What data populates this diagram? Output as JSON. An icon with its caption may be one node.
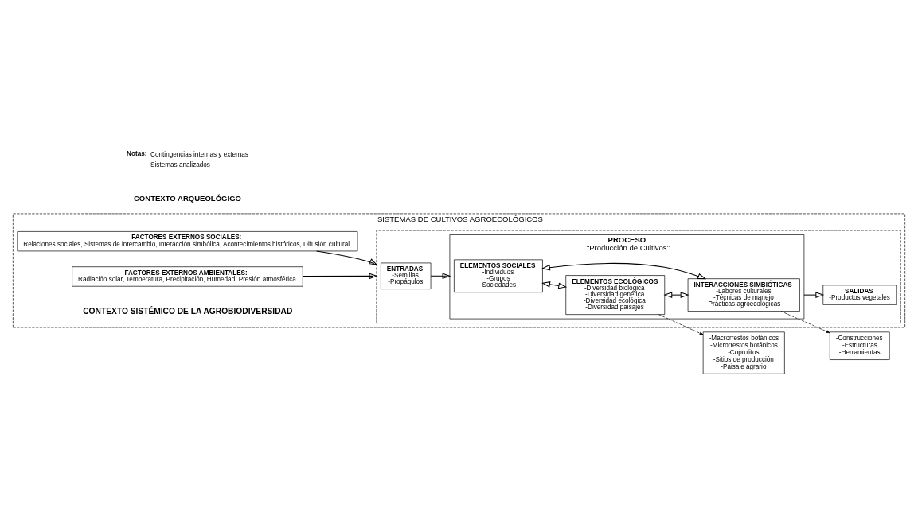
{
  "diagram": {
    "nodes": [
      {
        "text": [
          "SISTEMAS DE CULTIVOS AGROECOLÓGICOS"
        ],
        "beside": [
          "CONTEXTO SISTÉMICO DE LA AGROBIODIVERSIDAD"
        ]
      },
      {
        "text": [
          "FACTORES EXTERNOS SOCIALES:",
          "Relaciones sociales, Sistemas de intercambio, Interacción simbólica, Acontecimientos históricos, Difusión cultural"
        ],
        "in": 0
      },
      {
        "text": [
          "FACTORES EXTERNOS AMBIENTALES:",
          "Radiación solar, Temperatura, Precipitación, Humedad, Presión atmosférica"
        ],
        "in": 0
      },
      {
        "text": [],
        "shape": "box",
        "in": 0
      },
      {
        "text": [
          "ENTRADAS",
          "-Semillas",
          "-Propágulos"
        ],
        "in": 3
      },
      {
        "text": [
          "PROCESO",
          "“Producción de Cultivos”"
        ],
        "in": 3
      },
      {
        "text": [
          "ELEMENTOS SOCIALES",
          "-Individuos",
          "-Grupos",
          "-Sociedades"
        ],
        "in": 5
      },
      {
        "text": [
          "ELEMENTOS ECOLÓGICOS",
          "-Diversidad biológica",
          "-Diversidad genética",
          "-Diversidad ecológica",
          "-Diversidad paisajes"
        ],
        "in": 5
      },
      {
        "text": [
          "INTERACCIONES SIMBIÓTICAS",
          "-Labores culturales",
          "-Técnicas de manejo",
          "-Prácticas agroecológicas"
        ],
        "in": 5
      },
      {
        "text": [
          "SALIDAS",
          "-Productos vegetales"
        ],
        "in": 3
      },
      {
        "text": [
          "-Macrorrestos botánicos",
          "-Microrrestos botánicos",
          "-Coprolitos",
          "-Sitios de producción",
          "-Paisaje agrario"
        ]
      },
      {
        "text": [
          "-Construcciones",
          "-Estructuras",
          "-Herramientas"
        ]
      }
    ],
    "edges": [
      {
        "from": 1,
        "to": 3,
        "arrow": "to"
      },
      {
        "from": 2,
        "to": 3,
        "arrow": "to"
      },
      {
        "from": 4,
        "to": 5,
        "arrow": "to"
      },
      {
        "from": 6,
        "to": 7,
        "arrow": "both"
      },
      {
        "from": 6,
        "to": 8,
        "arrow": "both"
      },
      {
        "from": 7,
        "to": 8,
        "arrow": "both"
      },
      {
        "from": 5,
        "to": 9,
        "arrow": "to"
      },
      {
        "from": 7,
        "to": 10,
        "arrow": "to",
        "style": "dashed"
      },
      {
        "from": 8,
        "to": 11,
        "arrow": "to",
        "style": "dashed"
      }
    ],
    "labels": [
      "CONTEXTO ARQUEOLÓGIGO",
      "Notas:"
    ],
    "legend": [
      {
        "text": "Contingencias internas y externas"
      },
      {
        "text": "Sistemas analizados"
      }
    ]
  }
}
